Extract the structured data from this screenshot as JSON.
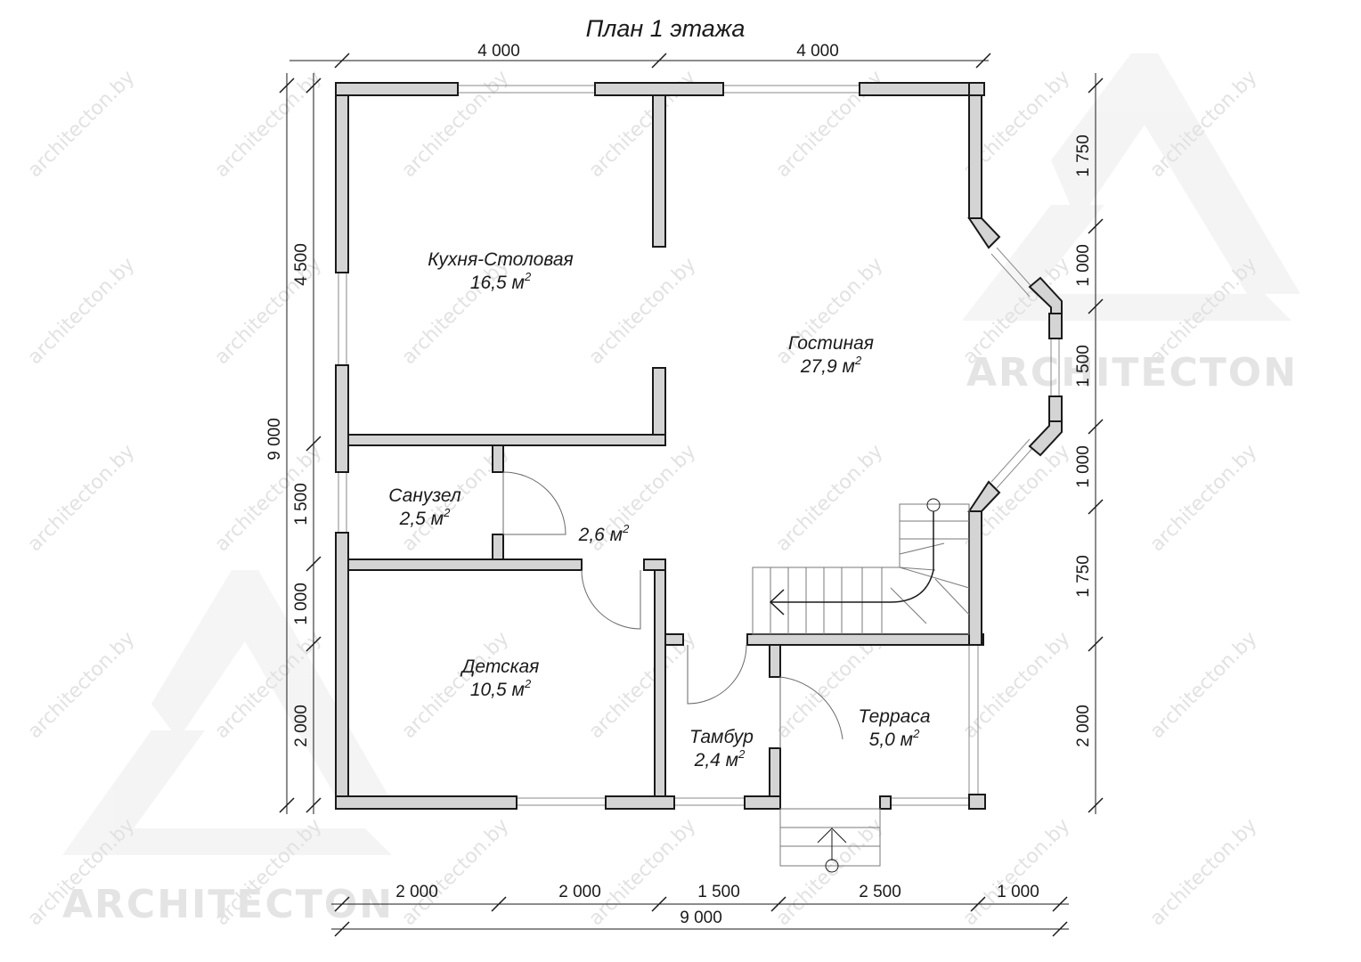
{
  "title": "План 1 этажа",
  "watermark": {
    "site": "architecton.by",
    "brand": "ARCHITECTON"
  },
  "rooms": [
    {
      "name": "Кухня-Столовая",
      "area": "16,5 м"
    },
    {
      "name": "Гостиная",
      "area": "27,9 м"
    },
    {
      "name": "Санузел",
      "area": "2,5 м"
    },
    {
      "name": "",
      "area": "2,6 м"
    },
    {
      "name": "Детская",
      "area": "10,5 м"
    },
    {
      "name": "Тамбур",
      "area": "2,4 м"
    },
    {
      "name": "Терраса",
      "area": "5,0 м"
    }
  ],
  "area_unit_sup": "2",
  "dimensions": {
    "top": [
      "4 000",
      "4 000"
    ],
    "bottom": [
      "2 000",
      "2 000",
      "1 500",
      "2 500",
      "1 000"
    ],
    "bottom_total": "9 000",
    "left_overall": "9 000",
    "left": [
      "4 500",
      "1 500",
      "1 000",
      "2 000"
    ],
    "right": [
      "1 750",
      "1 000",
      "1 500",
      "1 000",
      "1 750",
      "2 000"
    ]
  }
}
